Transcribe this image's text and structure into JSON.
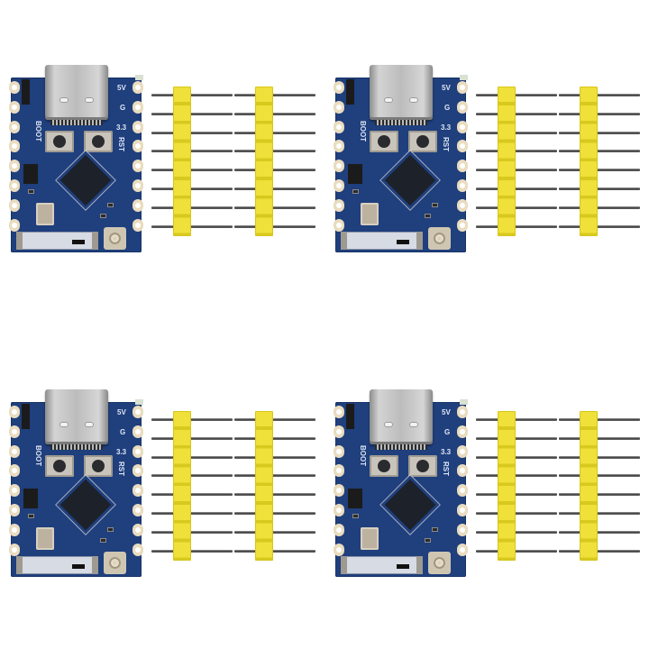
{
  "scene": {
    "description": "Product photo: four ESP32-C3 mini development boards, each with two 8-pin yellow male pin headers, on white background",
    "background": "#ffffff",
    "colors": {
      "pcb": "#1f3f7d",
      "header_plastic": "#ecdc2c",
      "pin_metal": "#5a5a5a",
      "chip": "#1d2129"
    }
  },
  "units": [
    {
      "board": {
        "labels": {
          "boot": "BOOT",
          "v5": "5V",
          "gnd": "G",
          "v33": "3.3",
          "rst": "RST"
        },
        "pads_per_side": 8
      },
      "headers": [
        {
          "pins": 8
        },
        {
          "pins": 8
        }
      ]
    },
    {
      "board": {
        "labels": {
          "boot": "BOOT",
          "v5": "5V",
          "gnd": "G",
          "v33": "3.3",
          "rst": "RST"
        },
        "pads_per_side": 8
      },
      "headers": [
        {
          "pins": 8
        },
        {
          "pins": 8
        }
      ]
    },
    {
      "board": {
        "labels": {
          "boot": "BOOT",
          "v5": "5V",
          "gnd": "G",
          "v33": "3.3",
          "rst": "RST"
        },
        "pads_per_side": 8
      },
      "headers": [
        {
          "pins": 8
        },
        {
          "pins": 8
        }
      ]
    },
    {
      "board": {
        "labels": {
          "boot": "BOOT",
          "v5": "5V",
          "gnd": "G",
          "v33": "3.3",
          "rst": "RST"
        },
        "pads_per_side": 8
      },
      "headers": [
        {
          "pins": 8
        },
        {
          "pins": 8
        }
      ]
    }
  ]
}
